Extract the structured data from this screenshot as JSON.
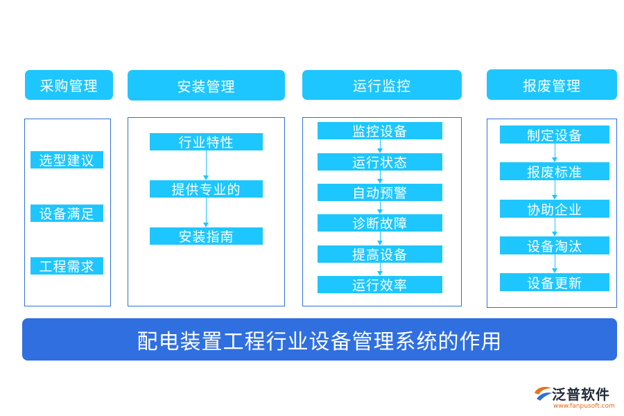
{
  "columns": [
    {
      "header": "采购管理",
      "items": [
        "选型建议",
        "设备满足",
        "工程需求"
      ]
    },
    {
      "header": "安装管理",
      "items": [
        "行业特性",
        "提供专业的",
        "安装指南"
      ]
    },
    {
      "header": "运行监控",
      "items": [
        "监控设备",
        "运行状态",
        "自动预警",
        "诊断故障",
        "提高设备",
        "运行效率"
      ]
    },
    {
      "header": "报废管理",
      "items": [
        "制定设备",
        "报废标准",
        "协助企业",
        "设备淘汰",
        "设备更新"
      ]
    }
  ],
  "banner": {
    "title": "配电装置工程行业设备管理系统的作用"
  },
  "logo": {
    "name": "泛普软件",
    "url": "www.fanpusoft.com"
  },
  "colors": {
    "header": "#1ec6ff",
    "item": "#1ec6ff",
    "banner": "#2f6fe0",
    "border": "#2f6fd6"
  }
}
